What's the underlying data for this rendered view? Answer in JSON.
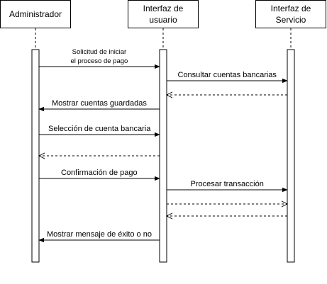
{
  "participants": [
    {
      "id": "admin",
      "label": "Administrador"
    },
    {
      "id": "ui",
      "label": "Interfaz de\nusuario"
    },
    {
      "id": "service",
      "label": "Interfaz de\nServicio"
    }
  ],
  "messages": [
    {
      "from": "admin",
      "to": "ui",
      "label": "Solicitud de iniciar\nel proceso de pago",
      "style": "solid"
    },
    {
      "from": "ui",
      "to": "service",
      "label": "Consultar cuentas bancarias",
      "style": "solid"
    },
    {
      "from": "service",
      "to": "ui",
      "label": "",
      "style": "dashed"
    },
    {
      "from": "ui",
      "to": "admin",
      "label": "Mostrar cuentas guardadas",
      "style": "solid"
    },
    {
      "from": "admin",
      "to": "ui",
      "label": "Selección de cuenta bancaria",
      "style": "solid"
    },
    {
      "from": "ui",
      "to": "admin",
      "label": "",
      "style": "dashed"
    },
    {
      "from": "admin",
      "to": "ui",
      "label": "Confirmación de pago",
      "style": "solid"
    },
    {
      "from": "ui",
      "to": "service",
      "label": "Procesar transacción",
      "style": "solid"
    },
    {
      "from": "ui",
      "to": "service",
      "label": "",
      "style": "dashed"
    },
    {
      "from": "service",
      "to": "ui",
      "label": "",
      "style": "dashed"
    },
    {
      "from": "ui",
      "to": "admin",
      "label": "Mostrar mensaje de éxito o no",
      "style": "solid"
    }
  ]
}
